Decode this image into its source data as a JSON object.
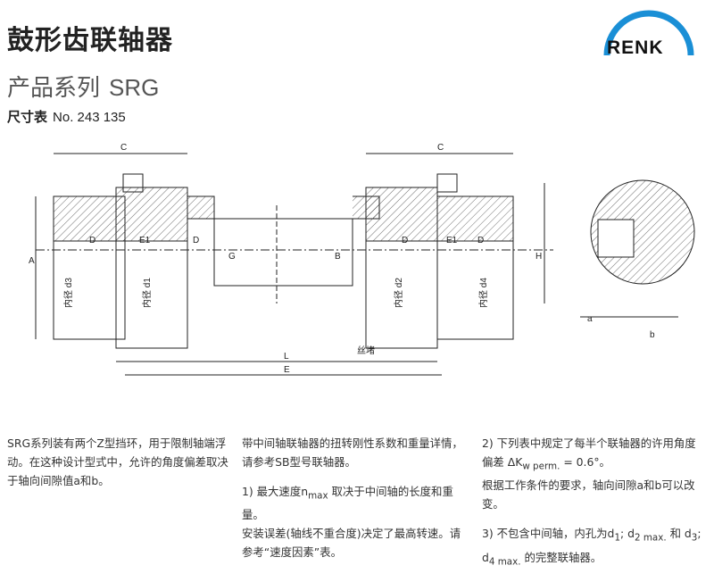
{
  "header": {
    "title": "鼓形齿联轴器",
    "subtitle_prefix": "产品系列",
    "series": "SRG",
    "sheet_label": "尺寸表",
    "sheet_no": "No. 243 135"
  },
  "brand": {
    "name": "RENK",
    "arc_color": "#1a8fd6"
  },
  "drawing": {
    "dims": {
      "C": "C",
      "A": "A",
      "D": "D",
      "E1": "E1",
      "G": "G",
      "B": "B",
      "H": "H",
      "L": "L",
      "E": "E",
      "a": "a",
      "b": "b"
    },
    "bore_d3": "内径 d3",
    "bore_d1": "内径 d1",
    "bore_d2": "内径 d2",
    "bore_d4": "内径 d4",
    "plug_label": "丝堵"
  },
  "notes": {
    "col1_p1": "SRG系列装有两个Z型挡环，用于限制轴端浮动。在这种设计型式中，允许的角度偏差取决于轴向间隙值a和b。",
    "col2_p1": "带中间轴联轴器的扭转刚性系数和重量详情，请参考SB型号联轴器。",
    "col2_p2a": "1) 最大速度n",
    "col2_p2sub": "max",
    "col2_p2b": " 取决于中间轴的长度和重量。",
    "col2_p3": "安装误差(轴线不重合度)决定了最高转速。请参考“速度因素”表。",
    "col3_p1a": "2) 下列表中规定了每半个联轴器的许用角度偏差 ΔK",
    "col3_p1sub": "w perm.",
    "col3_p1b": " = 0.6°。",
    "col3_p2": "根据工作条件的要求，轴向间隙a和b可以改变。",
    "col3_p3a": "3) 不包含中间轴，内孔为d",
    "col3_p3s1": "1",
    "col3_p3b": "; d",
    "col3_p3s2": "2 max.",
    "col3_p3c": " 和 d",
    "col3_p3s3": "3",
    "col3_p3d": "; d",
    "col3_p3s4": "4 max.",
    "col3_p3e": " 的完整联轴器。"
  }
}
